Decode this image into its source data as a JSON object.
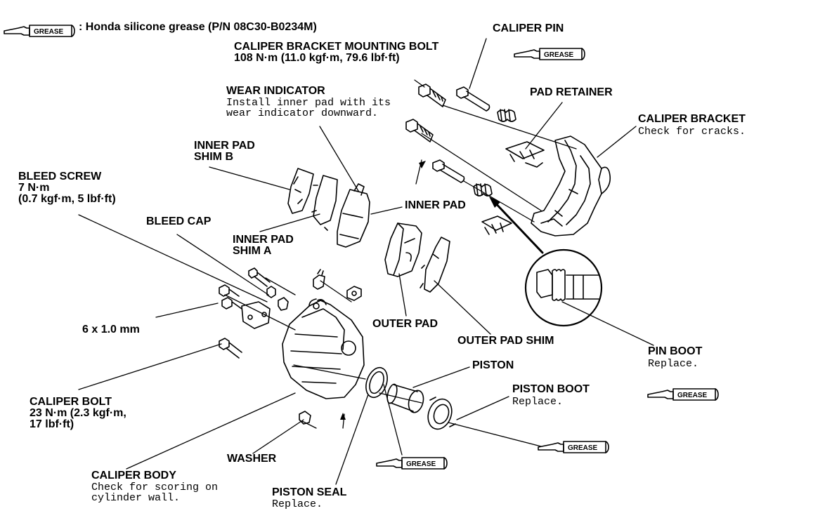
{
  "legend": {
    "tag": "GREASE",
    "text": ": Honda silicone grease (P/N 08C30-B0234M)"
  },
  "labels": {
    "caliper_pin": "CALIPER PIN",
    "bracket_bolt_title": "CALIPER BRACKET MOUNTING BOLT",
    "bracket_bolt_torque": "108 N·m (11.0 kgf·m, 79.6 lbf·ft)",
    "wear_indicator_title": "WEAR INDICATOR",
    "wear_indicator_note": "Install inner pad with its\nwear indicator downward.",
    "pad_retainer": "PAD RETAINER",
    "caliper_bracket_title": "CALIPER BRACKET",
    "caliper_bracket_note": "Check for cracks.",
    "inner_pad_shim_b": "INNER PAD\nSHIM B",
    "bleed_screw": "BLEED SCREW\n7 N·m\n(0.7 kgf·m, 5 lbf·ft)",
    "inner_pad": "INNER PAD",
    "bleed_cap": "BLEED CAP",
    "inner_pad_shim_a": "INNER PAD\nSHIM A",
    "bolt_size": "6 x 1.0 mm",
    "outer_pad": "OUTER PAD",
    "outer_pad_shim": "OUTER PAD SHIM",
    "pin_boot_title": "PIN BOOT",
    "pin_boot_note": "Replace.",
    "piston": "PISTON",
    "caliper_bolt": "CALIPER BOLT\n23 N·m (2.3 kgf·m,\n17 lbf·ft)",
    "piston_boot_title": "PISTON BOOT",
    "piston_boot_note": "Replace.",
    "washer": "WASHER",
    "caliper_body_title": "CALIPER BODY",
    "caliper_body_note": "Check for scoring on\ncylinder wall.",
    "piston_seal_title": "PISTON SEAL",
    "piston_seal_note": "Replace."
  }
}
